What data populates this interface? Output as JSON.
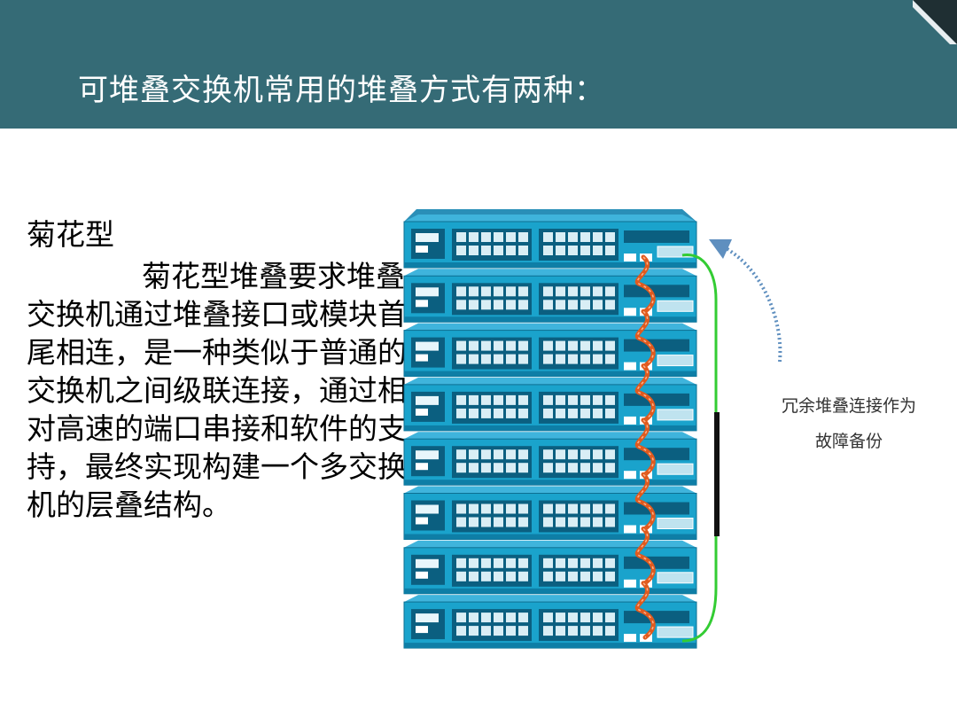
{
  "header": {
    "title": "可堆叠交换机常用的堆叠方式有两种：",
    "background_color": "#356b76"
  },
  "content": {
    "heading": "菊花型",
    "paragraph": "菊花型堆叠要求堆叠交换机通过堆叠接口或模块首尾相连，是一种类似于普通的交换机之间级联连接，通过相对高速的端口串接和软件的支持，最终实现构建一个多交换机的层叠结构。"
  },
  "diagram": {
    "switch_count": 8,
    "switch_color": "#1aa3cc",
    "stack_cable_color": "#e05a1e",
    "redundant_cable_color": "#33cc33",
    "arrow_color": "#5f8fbf",
    "annotation_line1": "冗余堆叠连接作为",
    "annotation_line2": "故障备份"
  }
}
